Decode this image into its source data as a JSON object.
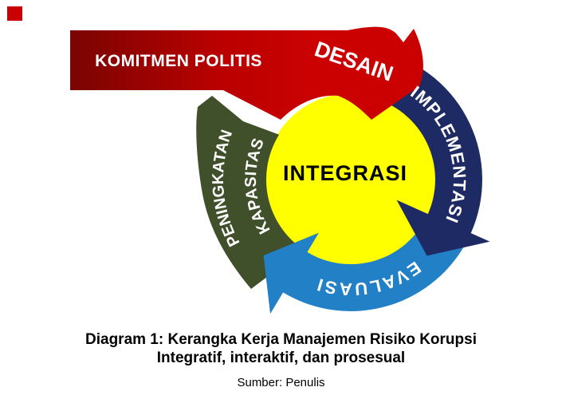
{
  "labels": {
    "komitmen_politis": "KOMITMEN POLITIS",
    "desain": "DESAIN",
    "implementasi": "IMPLEMENTASI",
    "evaluasi": "EVALUASI",
    "peningkatan": "PENINGKATAN",
    "kapasitas": "KAPASITAS",
    "integrasi": "INTEGRASI"
  },
  "caption": {
    "line1": "Diagram 1: Kerangka Kerja Manajemen Risiko Korupsi",
    "line2": "Integratif, interaktif, dan prosesual",
    "source": "Sumber: Penulis"
  },
  "colors": {
    "red_dark": "#7a0402",
    "red_mid": "#b80100",
    "red": "#cb0101",
    "navy": "#1e2a64",
    "light_blue": "#2180c6",
    "green": "#40502a",
    "yellow": "#ffff00",
    "arc_text": "#ffffff",
    "center_text": "#000000"
  }
}
